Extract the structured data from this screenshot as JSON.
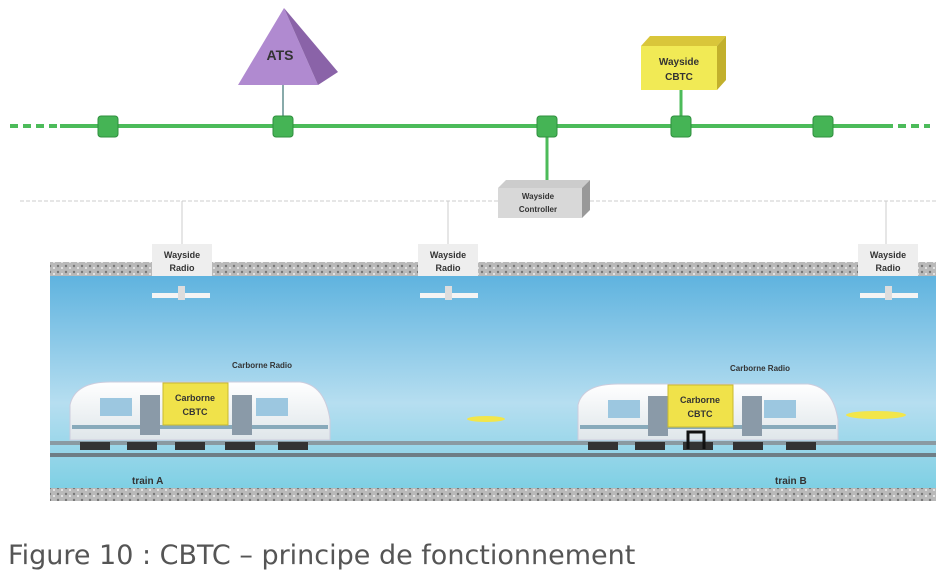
{
  "labels": {
    "ats": "ATS",
    "wayside_cbtc": [
      "Wayside",
      "CBTC"
    ],
    "wayside_controller": [
      "Wayside",
      "Controller"
    ],
    "wayside_radio": [
      "Wayside",
      "Radio"
    ],
    "carborne_radio": "Carborne Radio",
    "carborne_cbtc": [
      "Carborne",
      "CBTC"
    ],
    "train_a": "train A",
    "train_b": "train B"
  },
  "caption": "Figure 10 : CBTC – principe de fonctionnement",
  "colors": {
    "network": "#4cbb5a",
    "ats": "#a97bc4",
    "cbtc": "#e8e04a",
    "tunnel": "#7cc6e6"
  }
}
